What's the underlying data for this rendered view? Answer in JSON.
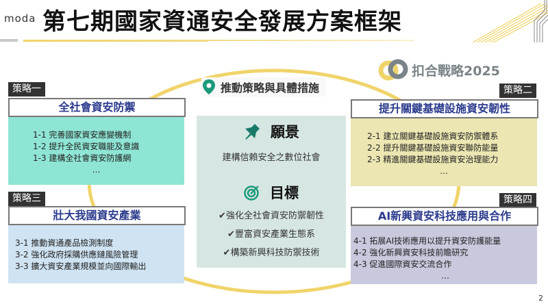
{
  "header": {
    "logo": "moda",
    "title": "第七期國家資通安全發展方案框架"
  },
  "synergy": {
    "label": "扣合戰略2025",
    "icon": "linked-rings-icon"
  },
  "center": {
    "header": "推動策略與具體措施",
    "header_icon": "map-pin-icon",
    "vision": {
      "icon": "pushpin-icon",
      "title": "願景",
      "text": "建構信賴安全之數位社會"
    },
    "goals": {
      "icon": "target-icon",
      "title": "目標",
      "items": [
        "✔強化全社會資安防禦韌性",
        "✔豐富資安產業生態系",
        "✔構築新興科技防禦技術"
      ]
    }
  },
  "strategies": [
    {
      "tag": "策略一",
      "title": "全社會資安防禦",
      "items": [
        "1-1 完善國家資安應變機制",
        "1-2 提升全民資安職能及意識",
        "1-3 建構全社會資安防護網"
      ],
      "ellipsis": "…",
      "color": "#8fe5d4"
    },
    {
      "tag": "策略二",
      "title": "提升關鍵基礎設施資安韌性",
      "items": [
        "2-1 建立關鍵基礎設施資安防禦體系",
        "2-2 提升關鍵基礎設施資安聯防能量",
        "2-3 精進關鍵基礎設施資安治理能力"
      ],
      "ellipsis": "…",
      "color": "#ebe6b2"
    },
    {
      "tag": "策略三",
      "title": "壯大我國資安產業",
      "items": [
        "3-1 推動資通產品檢測制度",
        "3-2 強化政府採購供應鏈風險管理",
        "3-3 擴大資安產業規模並向國際輸出"
      ],
      "color": "#cfe3f2"
    },
    {
      "tag": "策略四",
      "title": "AI新興資安科技應用與合作",
      "items": [
        "4-1 拓展AI技術應用以提升資安防護能量",
        "4-2 強化新興資安科技前瞻研究",
        "4-3 促進國際資安交流合作"
      ],
      "ellipsis": "…",
      "color": "#c8c9dd"
    }
  ],
  "colors": {
    "accent_yellow": "#f0d46a",
    "title_blue": "#2b3a8c",
    "icon_green": "#1a9a7a",
    "synergy_gray": "#7b8488"
  },
  "page_number": "2"
}
